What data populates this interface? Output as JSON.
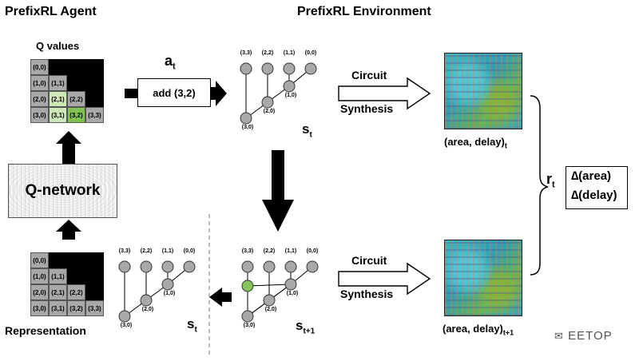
{
  "headers": {
    "agent": "PrefixRL Agent",
    "environment": "PrefixRL Environment"
  },
  "q_values": {
    "title": "Q values",
    "rows": [
      [
        {
          "t": "(0,0)",
          "c": "gray"
        },
        {
          "t": "",
          "c": "black"
        },
        {
          "t": "",
          "c": "black"
        },
        {
          "t": "",
          "c": "black"
        }
      ],
      [
        {
          "t": "(1,0)",
          "c": "gray"
        },
        {
          "t": "(1,1)",
          "c": "gray"
        },
        {
          "t": "",
          "c": "black"
        },
        {
          "t": "",
          "c": "black"
        }
      ],
      [
        {
          "t": "(2,0)",
          "c": "gray"
        },
        {
          "t": "(2,1)",
          "c": "lgreen"
        },
        {
          "t": "(2,2)",
          "c": "gray"
        },
        {
          "t": "",
          "c": "black"
        }
      ],
      [
        {
          "t": "(3,0)",
          "c": "gray"
        },
        {
          "t": "(3,1)",
          "c": "lgreen"
        },
        {
          "t": "(3,2)",
          "c": "green"
        },
        {
          "t": "(3,3)",
          "c": "gray"
        }
      ]
    ]
  },
  "representation": {
    "title": "Representation",
    "rows": [
      [
        {
          "t": "(0,0)",
          "c": "gray"
        },
        {
          "t": "",
          "c": "black"
        },
        {
          "t": "",
          "c": "black"
        },
        {
          "t": "",
          "c": "black"
        }
      ],
      [
        {
          "t": "(1,0)",
          "c": "gray"
        },
        {
          "t": "(1,1)",
          "c": "gray"
        },
        {
          "t": "",
          "c": "black"
        },
        {
          "t": "",
          "c": "black"
        }
      ],
      [
        {
          "t": "(2,0)",
          "c": "gray"
        },
        {
          "t": "(2,1)",
          "c": "gray"
        },
        {
          "t": "(2,2)",
          "c": "gray"
        },
        {
          "t": "",
          "c": "black"
        }
      ],
      [
        {
          "t": "(3,0)",
          "c": "gray"
        },
        {
          "t": "(3,1)",
          "c": "gray"
        },
        {
          "t": "(3,2)",
          "c": "gray"
        },
        {
          "t": "(3,3)",
          "c": "gray"
        }
      ]
    ]
  },
  "q_network": "Q-network",
  "action": {
    "label": "a",
    "sub": "t",
    "text": "add (3,2)"
  },
  "state_label": {
    "s": "s",
    "t": "t",
    "t1": "t+1"
  },
  "graph_labels": {
    "top": [
      "(3,3)",
      "(2,2)",
      "(1,1)",
      "(0,0)"
    ],
    "mid": [
      "(1,0)",
      "(2,0)",
      "(3,0)"
    ],
    "next_extra": [
      "(1,0)",
      "(2,0)",
      "(3,0)"
    ]
  },
  "circuit_synthesis": {
    "line1": "Circuit",
    "line2": "Synthesis"
  },
  "area_delay": {
    "text": "(area, delay)",
    "sub_t": "t",
    "sub_t1": "t+1"
  },
  "reward": {
    "r": "r",
    "sub": "t",
    "line1": "∆(area)",
    "line2": "∆(delay)"
  },
  "watermark": "EETOP",
  "colors": {
    "node": "#a9a9a9",
    "node_new": "#86c35a",
    "arrow": "#000000"
  }
}
